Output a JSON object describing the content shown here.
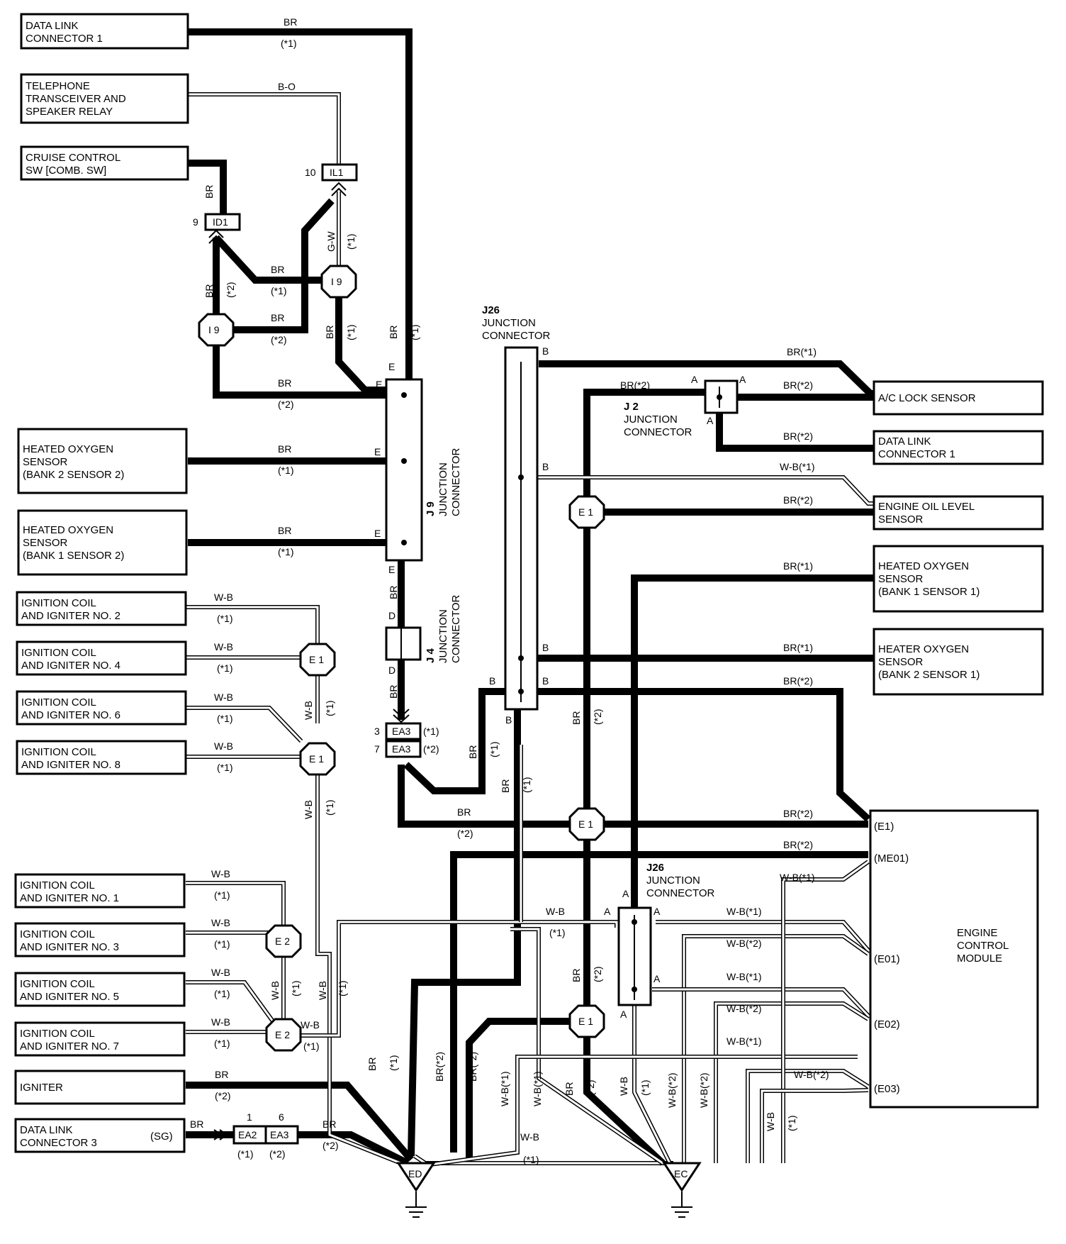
{
  "components": {
    "dlc1_top": [
      "DATA LINK",
      "CONNECTOR 1"
    ],
    "telephone": [
      "TELEPHONE",
      "TRANSCEIVER AND",
      "SPEAKER RELAY"
    ],
    "cruise": [
      "CRUISE CONTROL",
      "SW [COMB. SW]"
    ],
    "ho2_b2s2": [
      "HEATED OXYGEN",
      "SENSOR",
      "(BANK 2 SENSOR 2)"
    ],
    "ho2_b1s2": [
      "HEATED OXYGEN",
      "SENSOR",
      "(BANK 1 SENSOR 2)"
    ],
    "ign2": [
      "IGNITION COIL",
      "AND IGNITER NO. 2"
    ],
    "ign4": [
      "IGNITION COIL",
      "AND IGNITER NO. 4"
    ],
    "ign6": [
      "IGNITION COIL",
      "AND IGNITER NO. 6"
    ],
    "ign8": [
      "IGNITION COIL",
      "AND IGNITER NO. 8"
    ],
    "ign1": [
      "IGNITION COIL",
      "AND IGNITER NO. 1"
    ],
    "ign3": [
      "IGNITION COIL",
      "AND IGNITER NO. 3"
    ],
    "ign5": [
      "IGNITION COIL",
      "AND IGNITER NO. 5"
    ],
    "ign7": [
      "IGNITION COIL",
      "AND IGNITER NO. 7"
    ],
    "igniter": [
      "IGNITER"
    ],
    "dlc3": [
      "DATA LINK",
      "CONNECTOR 3"
    ],
    "dlc3_pin": "(SG)",
    "ac_lock": [
      "A/C LOCK SENSOR"
    ],
    "dlc1_right": [
      "DATA LINK",
      "CONNECTOR 1"
    ],
    "oil_level": [
      "ENGINE OIL LEVEL",
      "SENSOR"
    ],
    "ho2_b1s1": [
      "HEATED OXYGEN",
      "SENSOR",
      "(BANK 1 SENSOR 1)"
    ],
    "ho2_b2s1": [
      "HEATER OXYGEN",
      "SENSOR",
      "(BANK 2 SENSOR 1)"
    ],
    "ecm": [
      "ENGINE",
      "CONTROL",
      "MODULE"
    ],
    "ecm_pins": [
      "(E1)",
      "(ME01)",
      "(E01)",
      "(E02)",
      "(E03)"
    ]
  },
  "junctions": {
    "j26_top": [
      "J26",
      "JUNCTION",
      "CONNECTOR"
    ],
    "j26_bottom": [
      "J26",
      "JUNCTION",
      "CONNECTOR"
    ],
    "j2": [
      "J 2",
      "JUNCTION",
      "CONNECTOR"
    ],
    "j9": [
      "J 9",
      "JUNCTION",
      "CONNECTOR"
    ],
    "j4": [
      "J 4",
      "JUNCTION",
      "CONNECTOR"
    ]
  },
  "connectors": {
    "il1": "IL1",
    "il1_pin": "10",
    "id1": "ID1",
    "id1_pin": "9",
    "ea3": "EA3",
    "ea3_pin_a": "3",
    "ea3_pin_b": "7",
    "ea2": "EA2",
    "ea2_pin": "1",
    "ea3_low_pin": "6",
    "i9": "I 9",
    "e1": "E 1",
    "e2": "E 2",
    "ed": "ED",
    "ec": "EC"
  },
  "wires": {
    "br": "BR",
    "bo": "B-O",
    "gw": "G-W",
    "wb": "W-B",
    "b": "B",
    "br1": "BR(*1)",
    "br2": "BR(*2)",
    "wb1": "W-B(*1)",
    "wb2": "W-B(*2)",
    "s1": "(*1)",
    "s2": "(*2)",
    "e": "E",
    "d": "D",
    "a": "A"
  }
}
